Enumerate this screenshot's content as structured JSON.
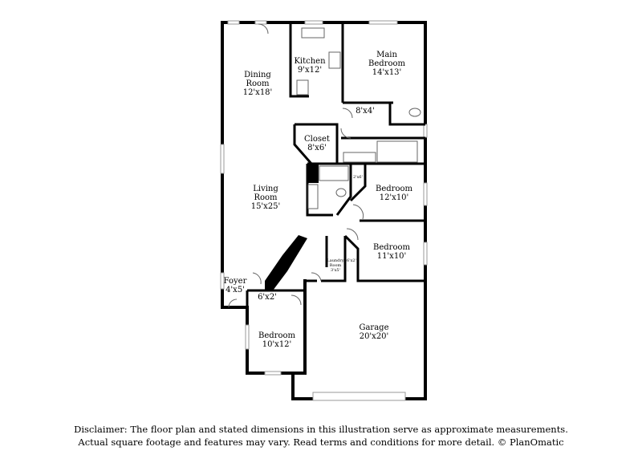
{
  "rooms": {
    "dining": {
      "name1": "Dining",
      "name2": "Room",
      "dims": "12'x18'"
    },
    "kitchen": {
      "name": "Kitchen",
      "dims": "9'x12'"
    },
    "main_bedroom": {
      "name1": "Main",
      "name2": "Bedroom",
      "dims": "14'x13'"
    },
    "hall": {
      "dims": "8'x4'"
    },
    "closet": {
      "name": "Closet",
      "dims": "8'x6'"
    },
    "living": {
      "name1": "Living",
      "name2": "Room",
      "dims": "15'x25'"
    },
    "small_closet": {
      "dims": "2'x6'"
    },
    "bedroom2": {
      "name": "Bedroom",
      "dims": "12'x10'"
    },
    "bedroom3": {
      "name": "Bedroom",
      "dims": "11'x10'"
    },
    "laundry": {
      "name1": "Laundry",
      "name2": "Room",
      "dims": "3'x5'"
    },
    "linen": {
      "dims": "6'x2'"
    },
    "foyer": {
      "name": "Foyer",
      "dims": "4'x5'"
    },
    "entry_closet": {
      "dims": "6'x2'"
    },
    "bedroom4": {
      "name": "Bedroom",
      "dims": "10'x12'"
    },
    "garage": {
      "name": "Garage",
      "dims": "20'x20'"
    }
  },
  "disclaimer": {
    "line1": "Disclaimer: The floor plan and stated dimensions in this illustration serve as approximate measurements.",
    "line2": "Actual square footage and features may vary. Read terms and conditions for more detail. © PlanOmatic"
  }
}
